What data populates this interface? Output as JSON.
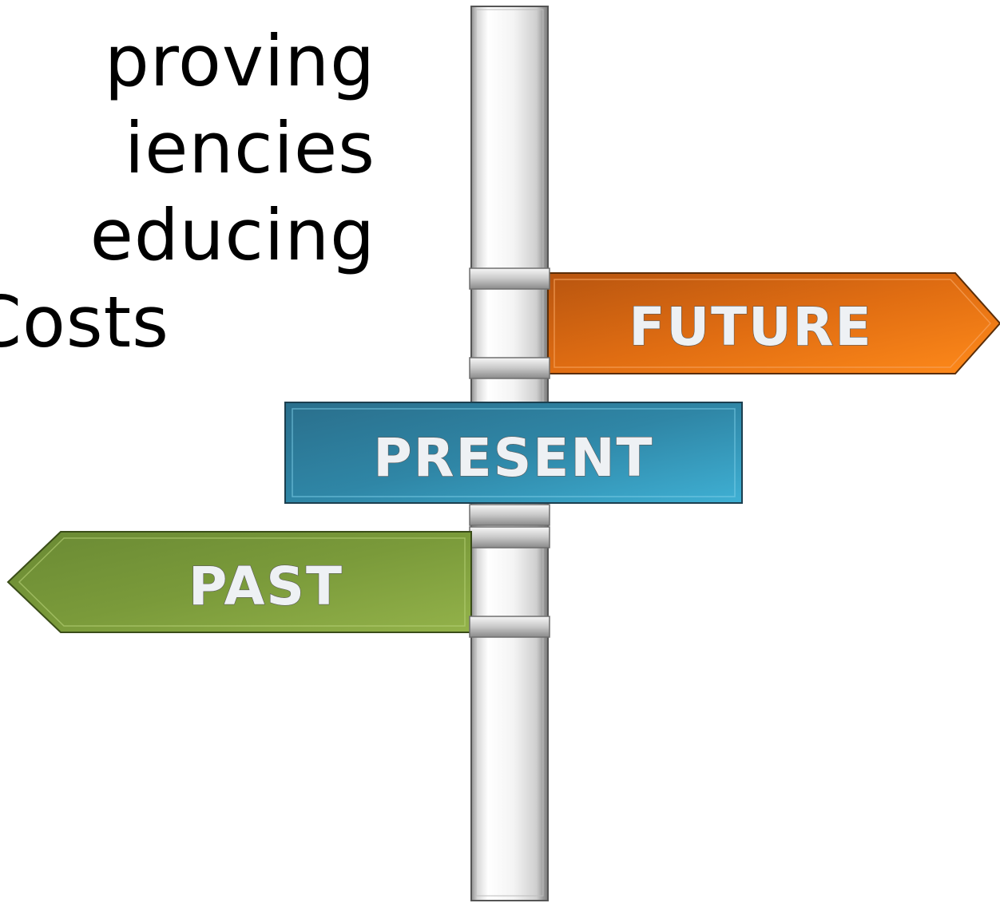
{
  "headline": {
    "lines": [
      "proving",
      "iencies",
      "educing",
      "Costs"
    ]
  },
  "signs": {
    "future": "FUTURE",
    "present": "PRESENT",
    "past": "PAST"
  },
  "colors": {
    "future": "#e06d12",
    "present": "#2f86a6",
    "past": "#7a9a3a",
    "pole": "#f2f2f2",
    "text": "#000000"
  }
}
